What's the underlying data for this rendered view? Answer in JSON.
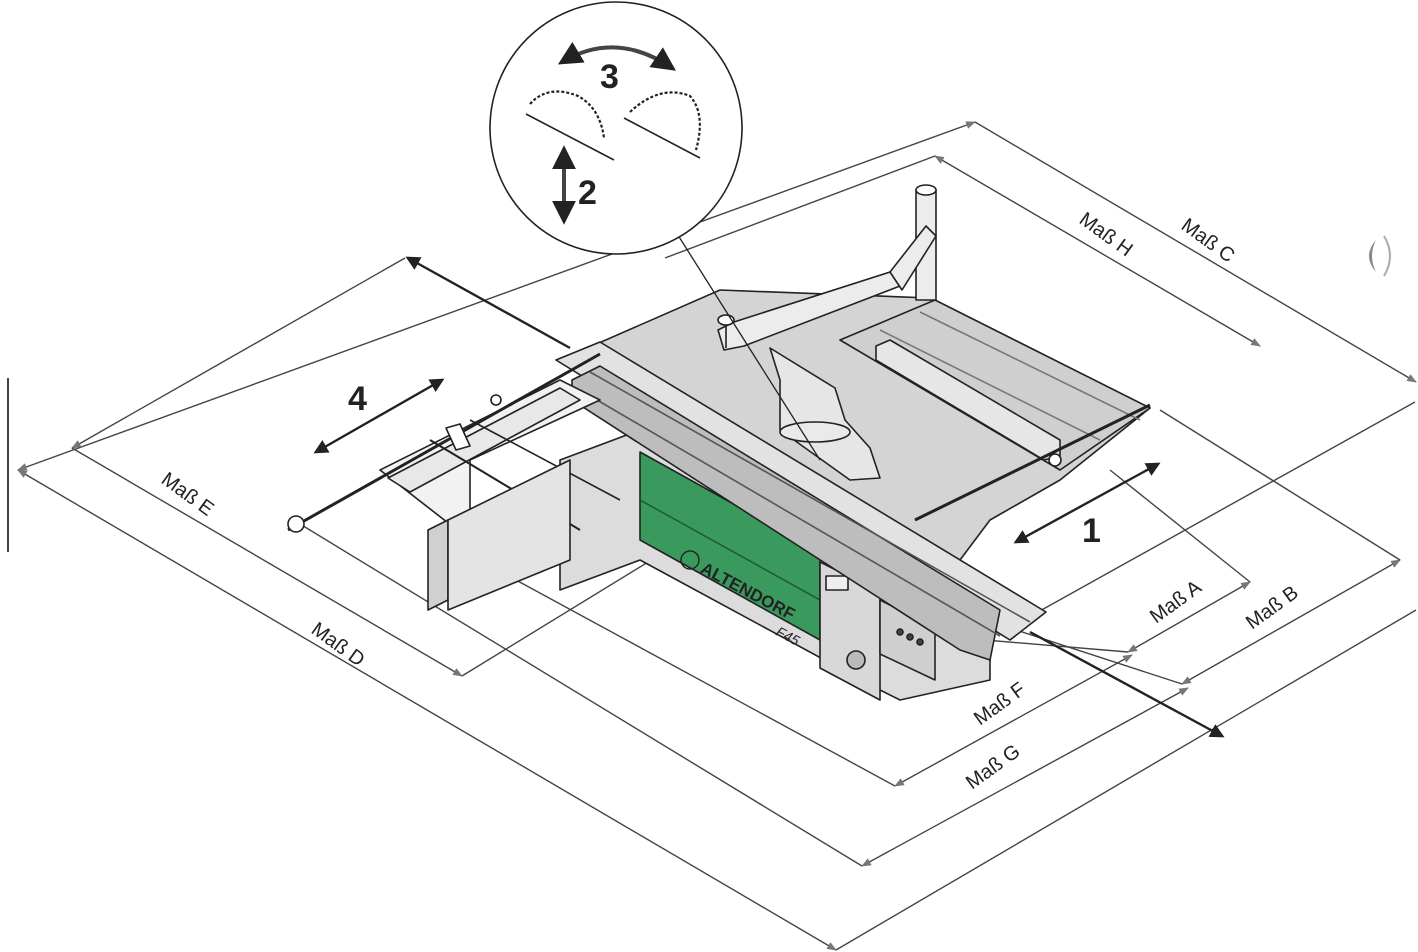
{
  "diagram": {
    "dimension_labels": {
      "A": "Maß A",
      "B": "Maß B",
      "C": "Maß C",
      "D": "Maß D",
      "E": "Maß E",
      "F": "Maß F",
      "G": "Maß G",
      "H": "Maß H"
    },
    "motion_callouts": {
      "one": "1",
      "two": "2",
      "three": "3",
      "four": "4"
    },
    "brand": "ALTENDORF",
    "model": "F45",
    "colors": {
      "panel_green": "#3a9a5e",
      "table_gray": "#d4d4d4",
      "line": "#222222",
      "background": "#ffffff"
    }
  }
}
